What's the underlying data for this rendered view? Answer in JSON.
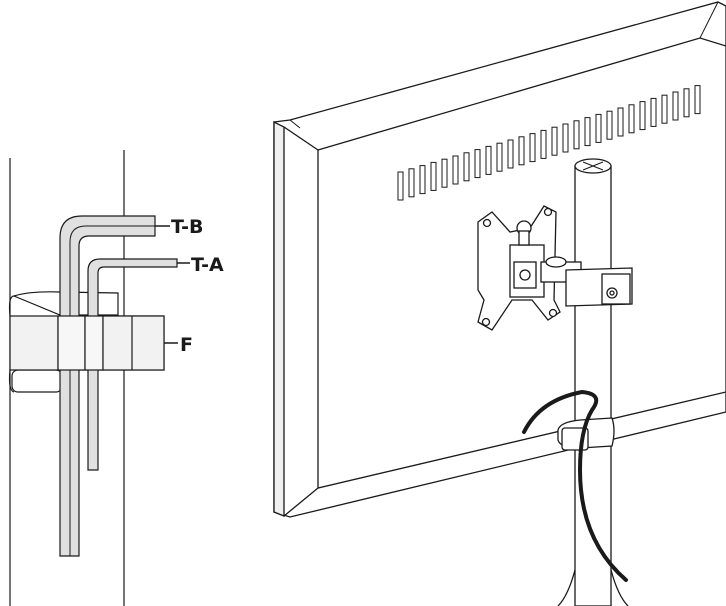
{
  "callouts": {
    "tb": "T-B",
    "ta": "T-A",
    "f": "F"
  },
  "colors": {
    "line": "#1a1a1a",
    "grey_fill": "#e9e9e9",
    "bar_fill": "#bdbdbd",
    "white": "#ffffff"
  }
}
